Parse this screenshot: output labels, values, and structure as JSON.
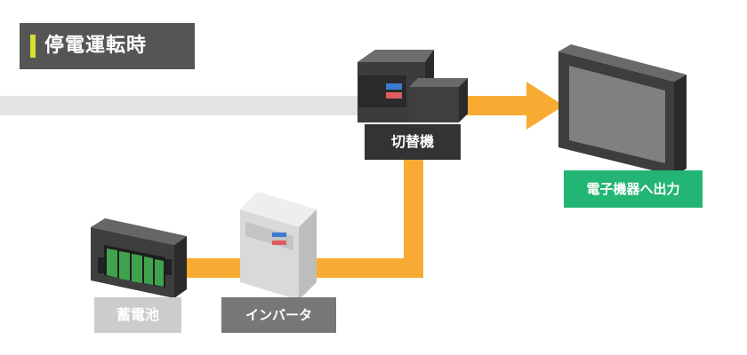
{
  "header": {
    "title": "停電運転時"
  },
  "labels": {
    "switch": "切替機",
    "output": "電子機器へ出力",
    "battery": "蓄電池",
    "inverter": "インバータ"
  },
  "colors": {
    "flow": "#f8ab33",
    "inactive_line": "#e3e3e3",
    "device_dark": "#333333",
    "title_accent": "#d7e02f",
    "output_green": "#22b573",
    "battery_cell": "#3fa34d"
  }
}
